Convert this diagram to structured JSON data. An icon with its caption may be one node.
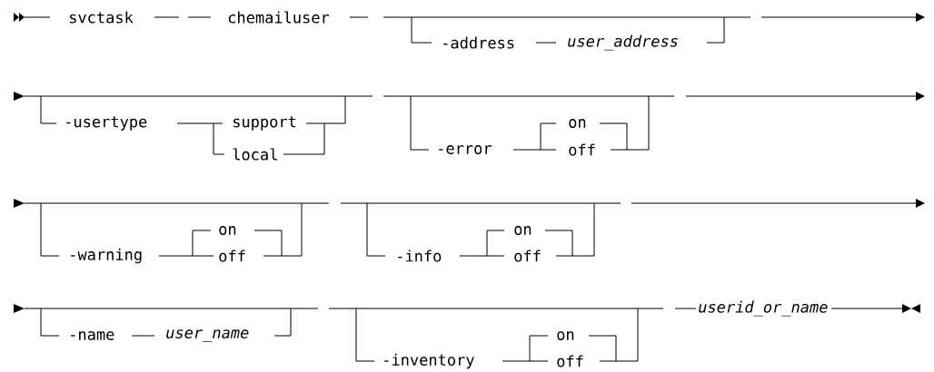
{
  "diagram": {
    "labels": [
      "svctask",
      "chemailuser",
      "-address",
      "user_address",
      "-usertype",
      "support",
      "local",
      "-error",
      "on",
      "off",
      "-warning",
      "on",
      "off",
      "-info",
      "on",
      "off",
      "-name",
      "user_name",
      "-inventory",
      "on",
      "off",
      "userid_or_name"
    ]
  }
}
